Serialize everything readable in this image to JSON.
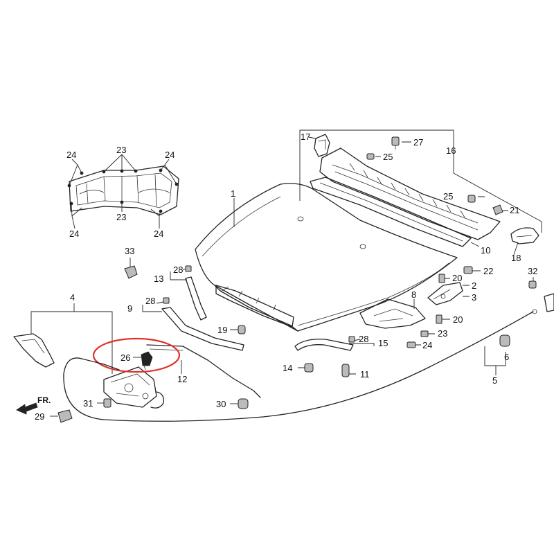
{
  "diagram": {
    "direction_label": "FR.",
    "highlight_color": "#e0312b",
    "callouts": {
      "n1": "1",
      "n2": "2",
      "n3": "3",
      "n4": "4",
      "n5": "5",
      "n6": "6",
      "n8": "8",
      "n9": "9",
      "n10": "10",
      "n11": "11",
      "n12": "12",
      "n13": "13",
      "n14": "14",
      "n15": "15",
      "n16": "16",
      "n17": "17",
      "n18": "18",
      "n19": "19",
      "n20a": "20",
      "n20b": "20",
      "n21": "21",
      "n22": "22",
      "n23a": "23",
      "n23b": "23",
      "n23c": "23",
      "n24a": "24",
      "n24b": "24",
      "n24c": "24",
      "n24d": "24",
      "n24e": "24",
      "n25a": "25",
      "n25b": "25",
      "n26": "26",
      "n27": "27",
      "n28a": "28",
      "n28b": "28",
      "n28c": "28",
      "n29": "29",
      "n30": "30",
      "n31": "31",
      "n32": "32",
      "n33": "33"
    }
  }
}
